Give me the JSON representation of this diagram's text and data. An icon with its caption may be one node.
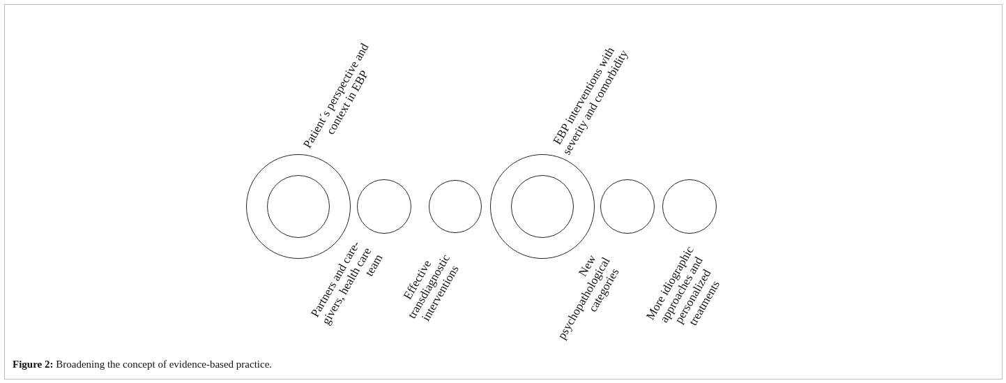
{
  "diagram": {
    "caption": "**Figure 2:** Broadening the concept of evidence-based practice.",
    "nodes": [
      {
        "text": [],
        "shape": "circle",
        "beside": [
          "Patient´s perspective and context in EBP"
        ]
      },
      {
        "text": [],
        "shape": "circle",
        "in": 0
      },
      {
        "text": [],
        "shape": "circle",
        "beside": [
          "Partners and care-givers, health care team"
        ]
      },
      {
        "text": [],
        "shape": "circle",
        "beside": [
          "Effective transdiagnostic interventions"
        ]
      },
      {
        "text": [],
        "shape": "circle",
        "beside": [
          "EBP interventions with severity and comorbidity"
        ]
      },
      {
        "text": [],
        "shape": "circle",
        "in": 4
      },
      {
        "text": [],
        "shape": "circle",
        "beside": [
          "New psychopathological categories"
        ]
      },
      {
        "text": [],
        "shape": "circle",
        "beside": [
          "More idiographic approaches and personalized treatments"
        ]
      }
    ]
  }
}
